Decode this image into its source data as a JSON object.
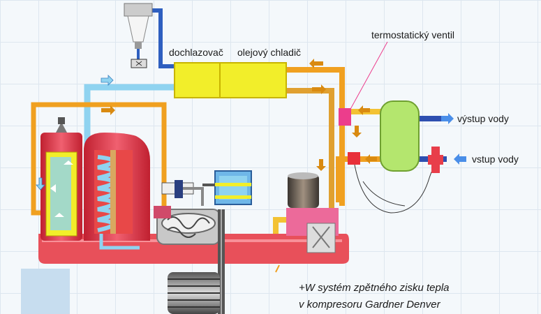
{
  "labels": {
    "dochladzovac": "dochlazovač",
    "olejovy_chladic": "olejový chladič",
    "termostaticky_ventil": "termostatický ventil",
    "vystup_vody": "výstup vody",
    "vstup_vody": "vstup vody"
  },
  "caption": {
    "line1": "+W systém zpětného zisku tepla",
    "line2": "v kompresoru Gardner Denver"
  },
  "colors": {
    "air_line": "#8fd3f0",
    "hot_line": "#f0a020",
    "oil_line": "#e0a030",
    "cooler": "#f2ee2a",
    "heat_exchanger": "#b4e66e",
    "water_line": "#2e4fb0",
    "compressor_body": "#e83e4a",
    "valve": "#ec3d8c",
    "arrow_orange": "#d98a10",
    "arrow_blue": "#4a8ee8"
  }
}
